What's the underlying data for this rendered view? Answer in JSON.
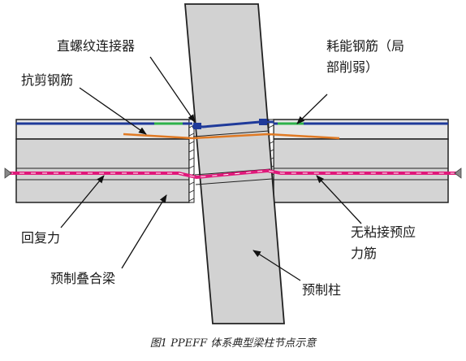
{
  "labels": {
    "coupler": "直螺纹连接器",
    "shear_rebar": "抗剪钢筋",
    "energy_rebar_line1": "耗能钢筋（局",
    "energy_rebar_line2": "部削弱）",
    "restoring_force": "回复力",
    "tendon_line1": "无粘接预应",
    "tendon_line2": "力筋",
    "composite_beam": "预制叠合梁",
    "column": "预制柱"
  },
  "caption": "图1 PPEFF 体系典型梁柱节点示意",
  "colors": {
    "energy_rebar": "#1f3a9a",
    "energy_rebar_weak": "#2db24a",
    "shear_rebar": "#e07a24",
    "tendon": "#e0187a",
    "beam_fill": "#d4d4d4",
    "column_fill": "#d2d2d2",
    "outline": "#222222"
  }
}
